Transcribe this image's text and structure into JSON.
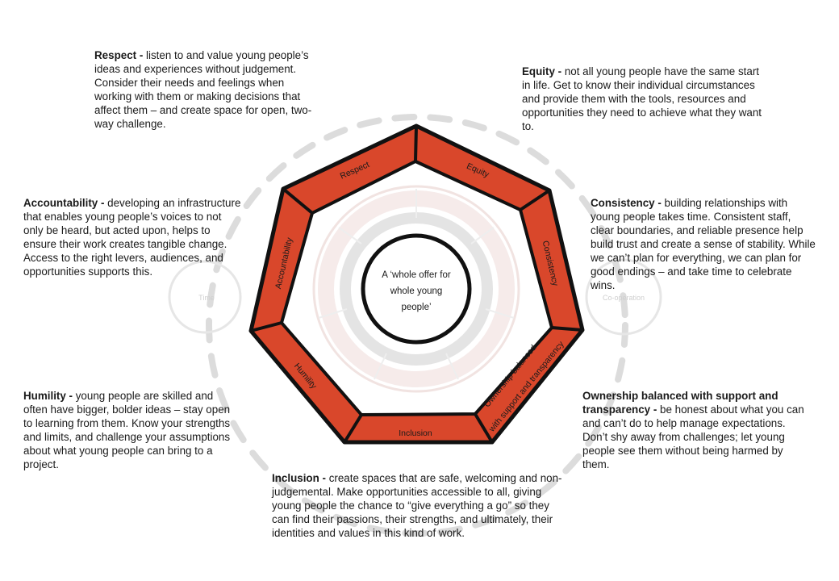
{
  "center_lines": [
    "A ‘whole offer for",
    "whole young",
    "people’"
  ],
  "faint_labels": {
    "left": "Time",
    "right": "Co-operation"
  },
  "colors": {
    "segment": "#d9472b",
    "outline": "#111111",
    "dash": "#dcdcdc",
    "inner_ring": "#f4e6e4"
  },
  "segments": [
    "Respect",
    "Equity",
    "Consistency",
    "Ownership balanced",
    "with support and transparency",
    "Inclusion",
    "Humility",
    "Accountability"
  ],
  "descriptions": [
    {
      "id": "respect",
      "term": "Respect -",
      "text": " listen to and value young people’s ideas and experiences without judgement. Consider their needs and feelings when working with them or making decisions that affect them – and create space for open, two-way challenge."
    },
    {
      "id": "equity",
      "term": "Equity -",
      "text": " not all young people have the same start in life. Get to know their individual circumstances and provide them with the tools, resources and opportunities they need to achieve what they want to."
    },
    {
      "id": "accountability",
      "term": "Accountability -",
      "text": " developing an infrastructure that enables young people’s voices to not only be heard, but acted upon, helps to ensure their work creates tangible change. Access to the right levers, audiences, and opportunities supports this."
    },
    {
      "id": "consistency",
      "term": "Consistency -",
      "text": " building relationships with young people takes time. Consistent staff, clear boundaries, and reliable presence help build trust and create a sense of stability. While we can’t plan for everything, we can plan for good endings – and take time to celebrate wins."
    },
    {
      "id": "humility",
      "term": "Humility -",
      "text": " young people are skilled and often have bigger, bolder ideas – stay open to learning from them. Know your strengths and limits, and challenge your assumptions about what young people can bring to a project."
    },
    {
      "id": "ownership",
      "term": "Ownership balanced with support and transparency -",
      "text": " be honest about what you can and can’t do to help manage expectations. Don’t shy away from challenges; let young people see them without being harmed by them."
    },
    {
      "id": "inclusion",
      "term": "Inclusion -",
      "text": " create spaces that are safe, welcoming and non-judgemental. Make opportunities accessible to all, giving young people the chance to “give everything a go” so they can find their passions, their strengths, and ultimately, their identities and values in this kind of work."
    }
  ]
}
